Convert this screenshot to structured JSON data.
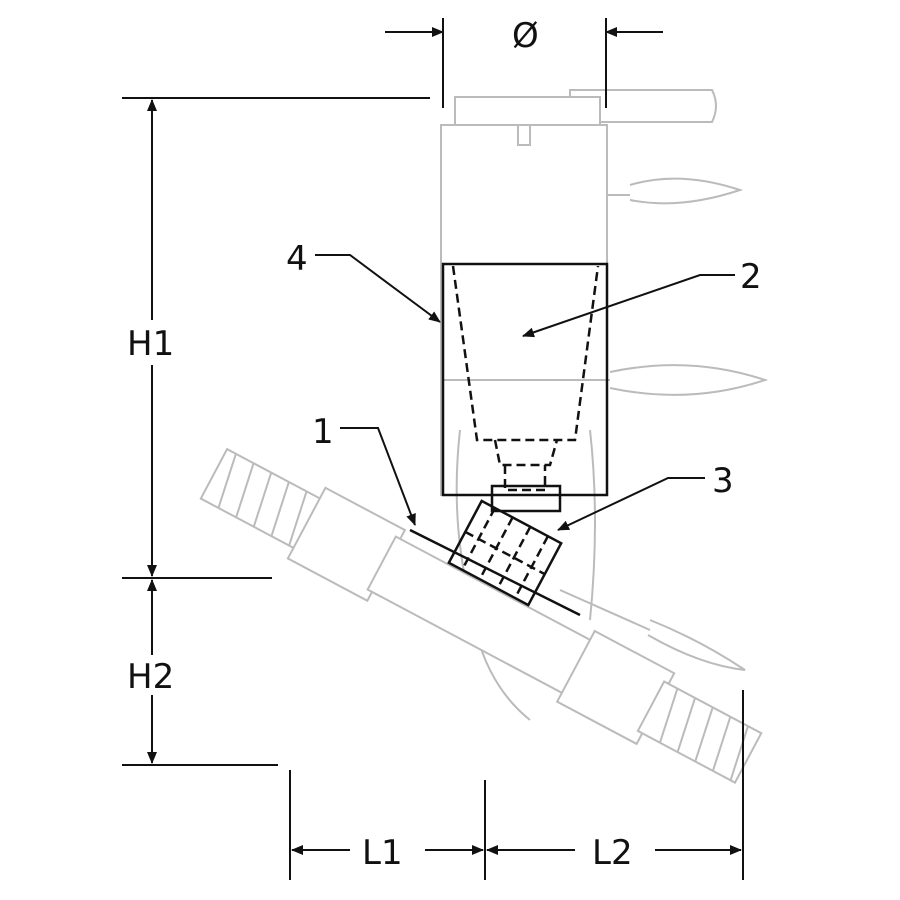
{
  "labels": {
    "diameter": "Ø",
    "h1": "H1",
    "h2": "H2",
    "l1": "L1",
    "l2": "L2",
    "part1": "1",
    "part2": "2",
    "part3": "3",
    "part4": "4"
  }
}
